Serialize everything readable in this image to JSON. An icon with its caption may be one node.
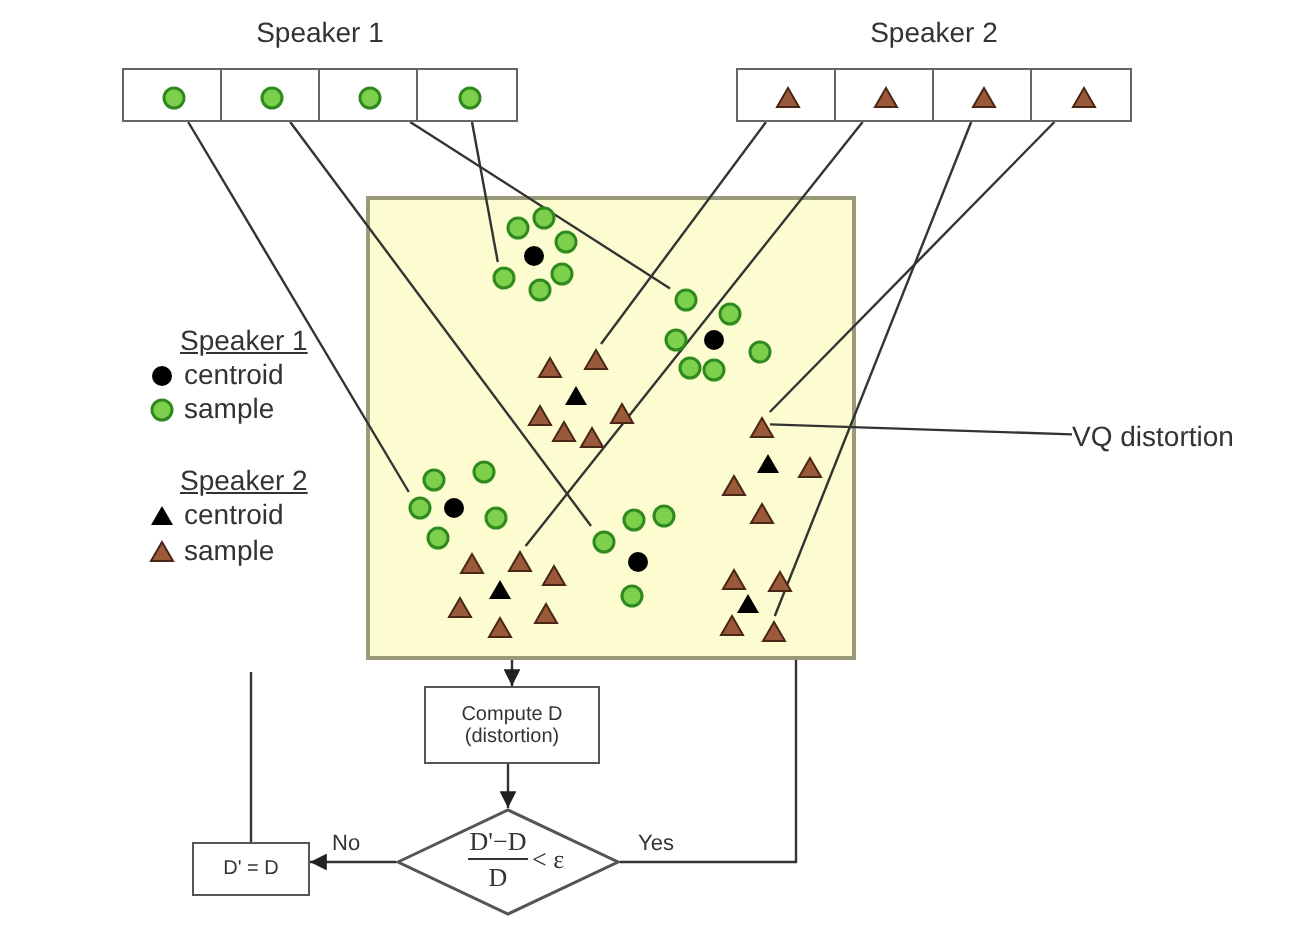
{
  "diagram": {
    "nodes": [
      {
        "text": [
          "Speaker 1"
        ]
      },
      {
        "text": [],
        "shape": "box",
        "in": 0
      },
      {
        "text": [],
        "shape": "box",
        "in": 0
      },
      {
        "text": [],
        "shape": "box",
        "in": 0
      },
      {
        "text": [],
        "shape": "box",
        "in": 0
      },
      {
        "text": [
          "Speaker 2"
        ]
      },
      {
        "text": [],
        "shape": "box",
        "in": 5
      },
      {
        "text": [],
        "shape": "box",
        "in": 5
      },
      {
        "text": [],
        "shape": "box",
        "in": 5
      },
      {
        "text": [],
        "shape": "box",
        "in": 5
      },
      {
        "text": [],
        "shape": "box"
      },
      {
        "text": [],
        "shape": "circle",
        "in": 10
      },
      {
        "text": [],
        "shape": "circle",
        "in": 10
      },
      {
        "text": [],
        "shape": "circle",
        "in": 10
      },
      {
        "text": [],
        "shape": "circle",
        "in": 10
      },
      {
        "text": [],
        "shape": "circle",
        "in": 10
      },
      {
        "text": [],
        "shape": "circle",
        "in": 10
      },
      {
        "text": [],
        "shape": "circle",
        "in": 10
      },
      {
        "text": [],
        "shape": "circle",
        "in": 10
      },
      {
        "text": [],
        "shape": "circle",
        "in": 10
      },
      {
        "text": [],
        "shape": "circle",
        "in": 10
      },
      {
        "text": [],
        "shape": "circle",
        "in": 10
      },
      {
        "text": [],
        "shape": "circle",
        "in": 10
      },
      {
        "text": [],
        "shape": "triangle",
        "in": 10
      },
      {
        "text": [],
        "shape": "triangle",
        "in": 10
      },
      {
        "text": [],
        "shape": "circle",
        "in": 10
      },
      {
        "text": [],
        "shape": "circle",
        "in": 10
      },
      {
        "text": [],
        "shape": "triangle",
        "in": 10
      },
      {
        "text": [],
        "shape": "triangle",
        "in": 10
      },
      {
        "text": [],
        "shape": "triangle",
        "in": 10
      },
      {
        "text": [],
        "shape": "triangle",
        "in": 10
      },
      {
        "text": [],
        "shape": "triangle",
        "in": 10
      },
      {
        "text": [],
        "shape": "triangle",
        "in": 10
      },
      {
        "text": [],
        "shape": "triangle",
        "in": 10
      },
      {
        "text": [],
        "shape": "triangle",
        "in": 10
      },
      {
        "text": [],
        "shape": "circle",
        "in": 10
      },
      {
        "text": [],
        "shape": "circle",
        "in": 10
      },
      {
        "text": [],
        "shape": "triangle",
        "in": 10
      },
      {
        "text": [],
        "shape": "circle",
        "in": 10
      },
      {
        "text": [],
        "shape": "circle",
        "in": 10
      },
      {
        "text": [],
        "shape": "triangle",
        "in": 10
      },
      {
        "text": [],
        "shape": "circle",
        "in": 10
      },
      {
        "text": [],
        "shape": "circle",
        "in": 10
      },
      {
        "text": [],
        "shape": "circle",
        "in": 10
      },
      {
        "text": [],
        "shape": "circle",
        "in": 10
      },
      {
        "text": [],
        "shape": "circle",
        "in": 10
      },
      {
        "text": [],
        "shape": "triangle",
        "in": 10
      },
      {
        "text": [],
        "shape": "circle",
        "in": 10
      },
      {
        "text": [],
        "shape": "triangle",
        "in": 10
      },
      {
        "text": [],
        "shape": "triangle",
        "in": 10
      },
      {
        "text": [],
        "shape": "triangle",
        "in": 10
      },
      {
        "text": [],
        "shape": "triangle",
        "in": 10
      },
      {
        "text": [],
        "shape": "triangle",
        "in": 10
      },
      {
        "text": [],
        "shape": "circle",
        "in": 10
      },
      {
        "text": [],
        "shape": "triangle",
        "in": 10
      },
      {
        "text": [],
        "shape": "triangle",
        "in": 10
      },
      {
        "text": [],
        "shape": "triangle",
        "in": 10
      },
      {
        "text": [],
        "shape": "triangle",
        "in": 10
      },
      {
        "text": [],
        "shape": "triangle",
        "in": 10
      },
      {
        "text": [],
        "shape": "triangle",
        "in": 10
      },
      {
        "text": [
          "VQ distortion"
        ]
      },
      {
        "text": [
          "Compute D",
          "(distortion)"
        ]
      },
      {
        "text": [
          "D'−D",
          "D",
          "< ε"
        ]
      },
      {
        "text": [
          "D' = D"
        ]
      }
    ],
    "edges": [
      {
        "from": 1,
        "to": 38,
        "arrow": "none"
      },
      {
        "from": 2,
        "to": 45,
        "arrow": "none"
      },
      {
        "from": 3,
        "to": 18,
        "arrow": "none"
      },
      {
        "from": 4,
        "to": 16,
        "arrow": "none"
      },
      {
        "from": 6,
        "to": 23,
        "arrow": "none"
      },
      {
        "from": 7,
        "to": 46,
        "arrow": "none"
      },
      {
        "from": 8,
        "to": 59,
        "arrow": "none"
      },
      {
        "from": 9,
        "to": 30,
        "arrow": "none"
      },
      {
        "from": 60,
        "to": 30,
        "arrow": "none"
      },
      {
        "from": 10,
        "to": 61,
        "arrow": "to"
      },
      {
        "from": 61,
        "to": 62,
        "arrow": "to"
      },
      {
        "from": 62,
        "to": 63,
        "arrow": "to",
        "label": "No"
      },
      {
        "from": 62,
        "to": 10,
        "arrow": "none",
        "label": "Yes"
      },
      {
        "from": 63,
        "to": null,
        "arrow": "none"
      }
    ],
    "labels": [
      "Speaker 1",
      "Speaker 2"
    ],
    "legend": [
      {
        "text": "centroid"
      },
      {
        "text": "sample"
      },
      {
        "text": "centroid"
      },
      {
        "text": "sample"
      }
    ]
  }
}
